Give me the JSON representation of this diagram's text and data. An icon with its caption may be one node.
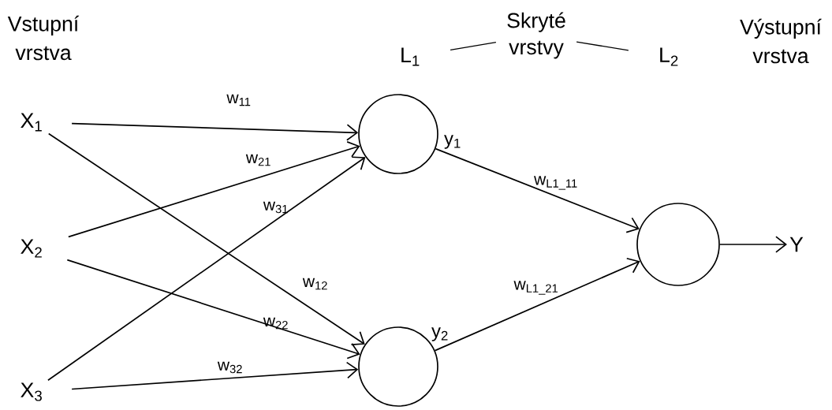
{
  "diagram": {
    "nodes": [
      {
        "text": [
          "X$_{1}$"
        ]
      },
      {
        "text": [
          "X$_{2}$"
        ]
      },
      {
        "text": [
          "X$_{3}$"
        ]
      },
      {
        "text": [],
        "shape": "circle",
        "beside": [
          "y$_{1}$"
        ]
      },
      {
        "text": [],
        "shape": "circle",
        "beside": [
          "y$_{2}$"
        ]
      },
      {
        "text": [],
        "shape": "circle"
      },
      {
        "text": [
          "Y"
        ]
      },
      {
        "text": [
          "L$_{1}$"
        ]
      },
      {
        "text": [
          "Skryté vrstvy"
        ]
      },
      {
        "text": [
          "L$_{2}$"
        ]
      }
    ],
    "edges": [
      {
        "from": 0,
        "to": 3,
        "arrow": "to",
        "label": "w$_{11}$"
      },
      {
        "from": 1,
        "to": 3,
        "arrow": "to",
        "label": "w$_{21}$"
      },
      {
        "from": 2,
        "to": 3,
        "arrow": "to",
        "label": "w$_{31}$"
      },
      {
        "from": 0,
        "to": 4,
        "arrow": "to",
        "label": "w$_{12}$"
      },
      {
        "from": 1,
        "to": 4,
        "arrow": "to",
        "label": "w$_{22}$"
      },
      {
        "from": 2,
        "to": 4,
        "arrow": "to",
        "label": "w$_{32}$"
      },
      {
        "from": 3,
        "to": 5,
        "arrow": "to",
        "label": "w$_{L1_11}$"
      },
      {
        "from": 4,
        "to": 5,
        "arrow": "to",
        "label": "w$_{L1_21}$"
      },
      {
        "from": 5,
        "to": 6,
        "arrow": "to"
      },
      {
        "from": 8,
        "to": 7,
        "arrow": "none"
      },
      {
        "from": 8,
        "to": 9,
        "arrow": "none"
      }
    ],
    "labels": [
      "Vstupní vrstva",
      "Výstupní vrstva"
    ]
  }
}
